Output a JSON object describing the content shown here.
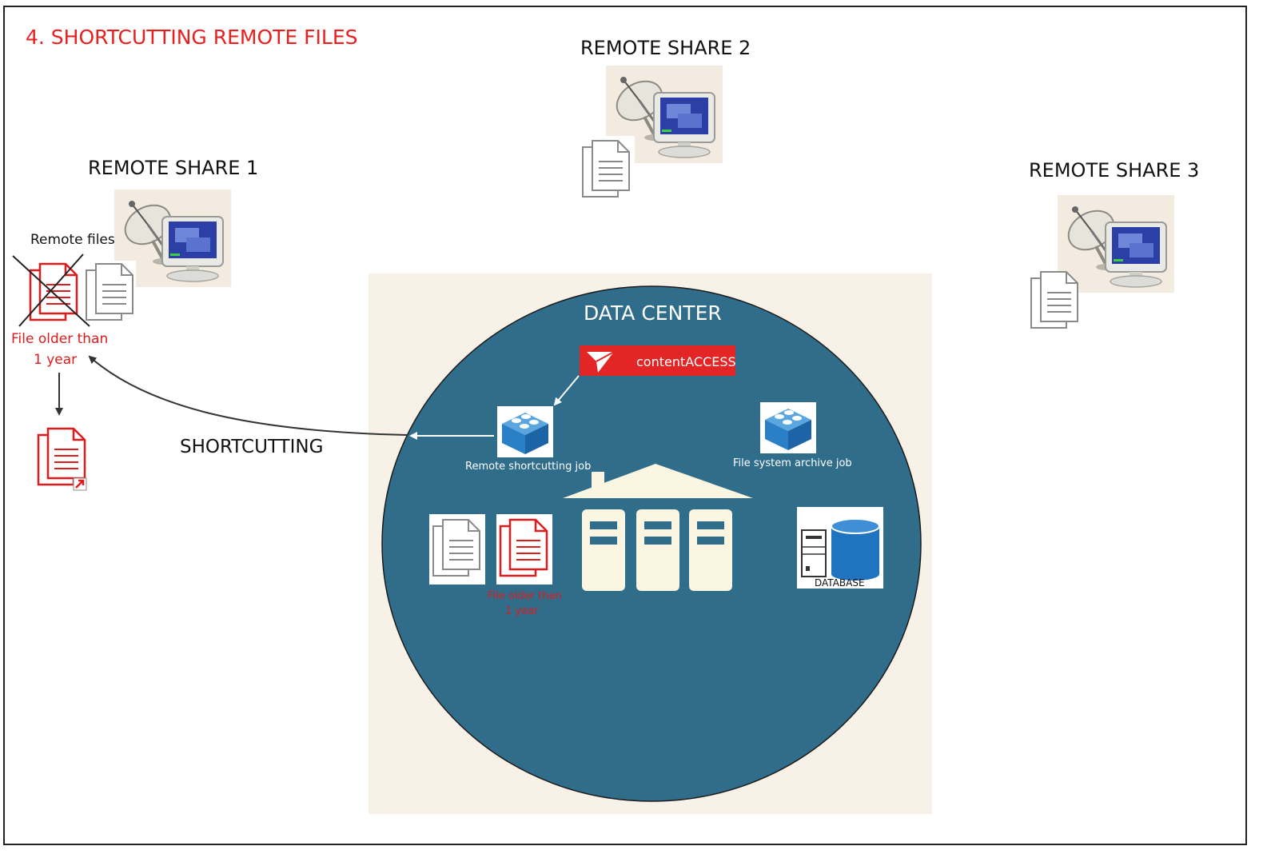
{
  "title": "4. SHORTCUTTING REMOTE FILES",
  "shares": [
    {
      "label": "REMOTE SHARE 1"
    },
    {
      "label": "REMOTE SHARE 2"
    },
    {
      "label": "REMOTE SHARE 3"
    }
  ],
  "remote_files_label": "Remote files",
  "old_file_line1": "File older than",
  "old_file_line2": "1 year",
  "shortcutting_label": "SHORTCUTTING",
  "datacenter": {
    "title": "DATA CENTER",
    "brand": "contentACCESS",
    "remote_job": "Remote shortcutting job",
    "archive_job": "File system archive job",
    "old_file_line1": "File older than",
    "old_file_line2": "1 year",
    "database": "DATABASE"
  },
  "colors": {
    "circle": "#2f6d8a",
    "panel": "#f7f1e8",
    "accent_red": "#e01b1b",
    "brick_blue": "#2a7fc7",
    "db_blue": "#1f73bf",
    "server_cream": "#fbf6e2"
  }
}
